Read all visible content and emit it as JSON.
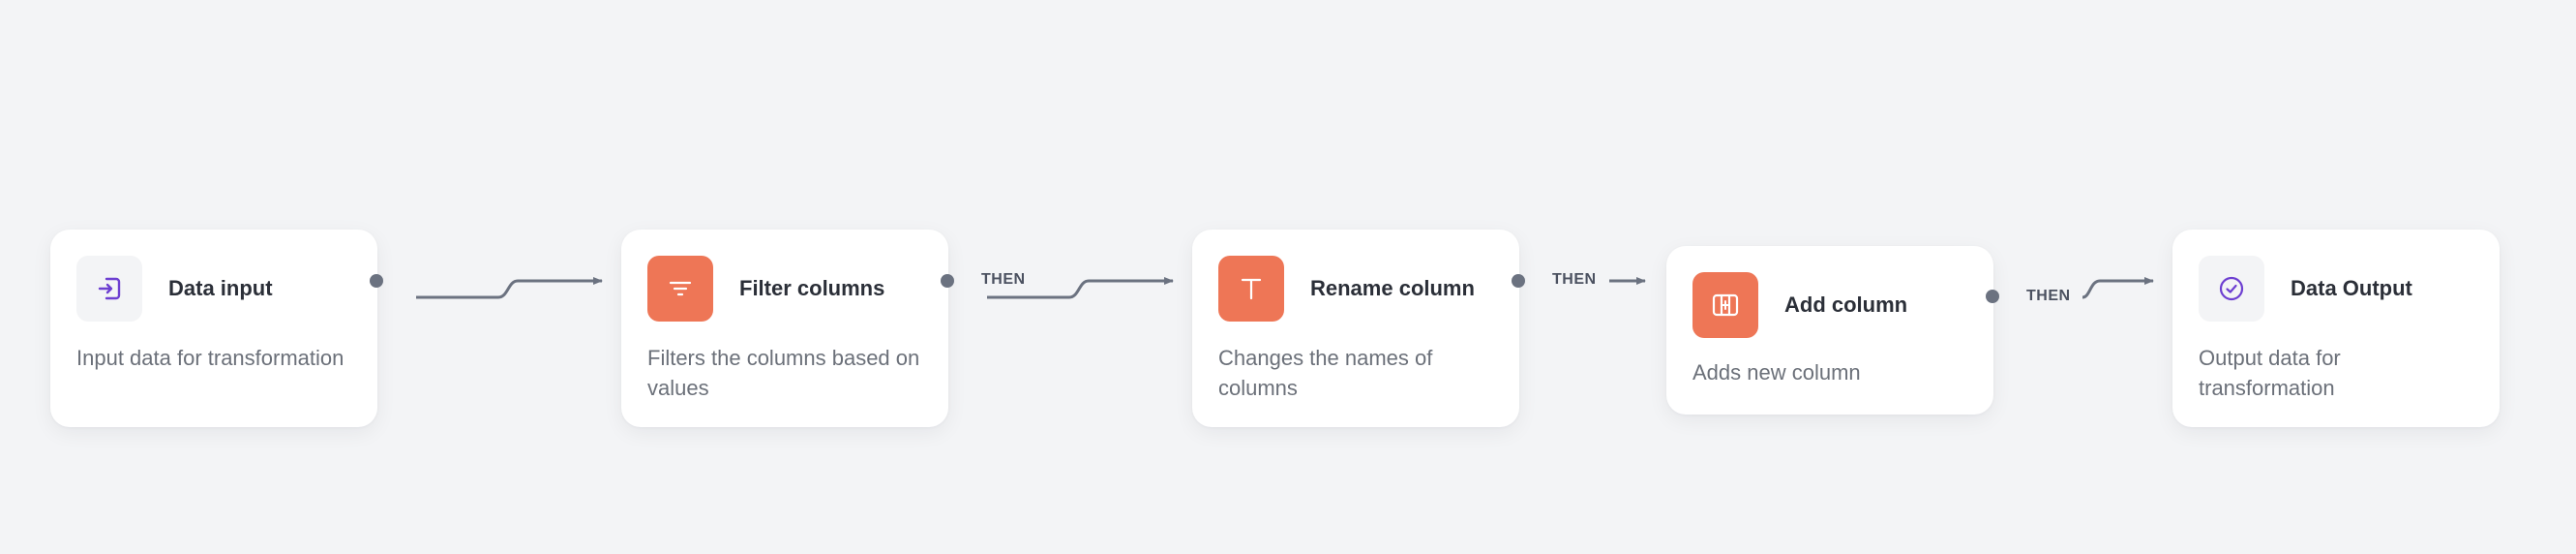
{
  "flow": {
    "nodes": [
      {
        "title": "Data input",
        "description": "Input data for transformation",
        "icon": "arrow-into-box-icon"
      },
      {
        "title": "Filter columns",
        "description": "Filters the columns based on values",
        "icon": "filter-icon"
      },
      {
        "title": "Rename column",
        "description": "Changes the names of columns",
        "icon": "text-t-icon"
      },
      {
        "title": "Add column",
        "description": "Adds new column",
        "icon": "add-column-icon"
      },
      {
        "title": "Data Output",
        "description": "Output data for transformation",
        "icon": "check-circle-icon"
      }
    ],
    "edges": [
      {
        "label": ""
      },
      {
        "label": "THEN"
      },
      {
        "label": "THEN"
      },
      {
        "label": "THEN"
      }
    ]
  },
  "colors": {
    "accent": "#ee7656",
    "icon_purple": "#6d3fd1",
    "connector": "#6b7280",
    "background": "#f3f4f6"
  }
}
